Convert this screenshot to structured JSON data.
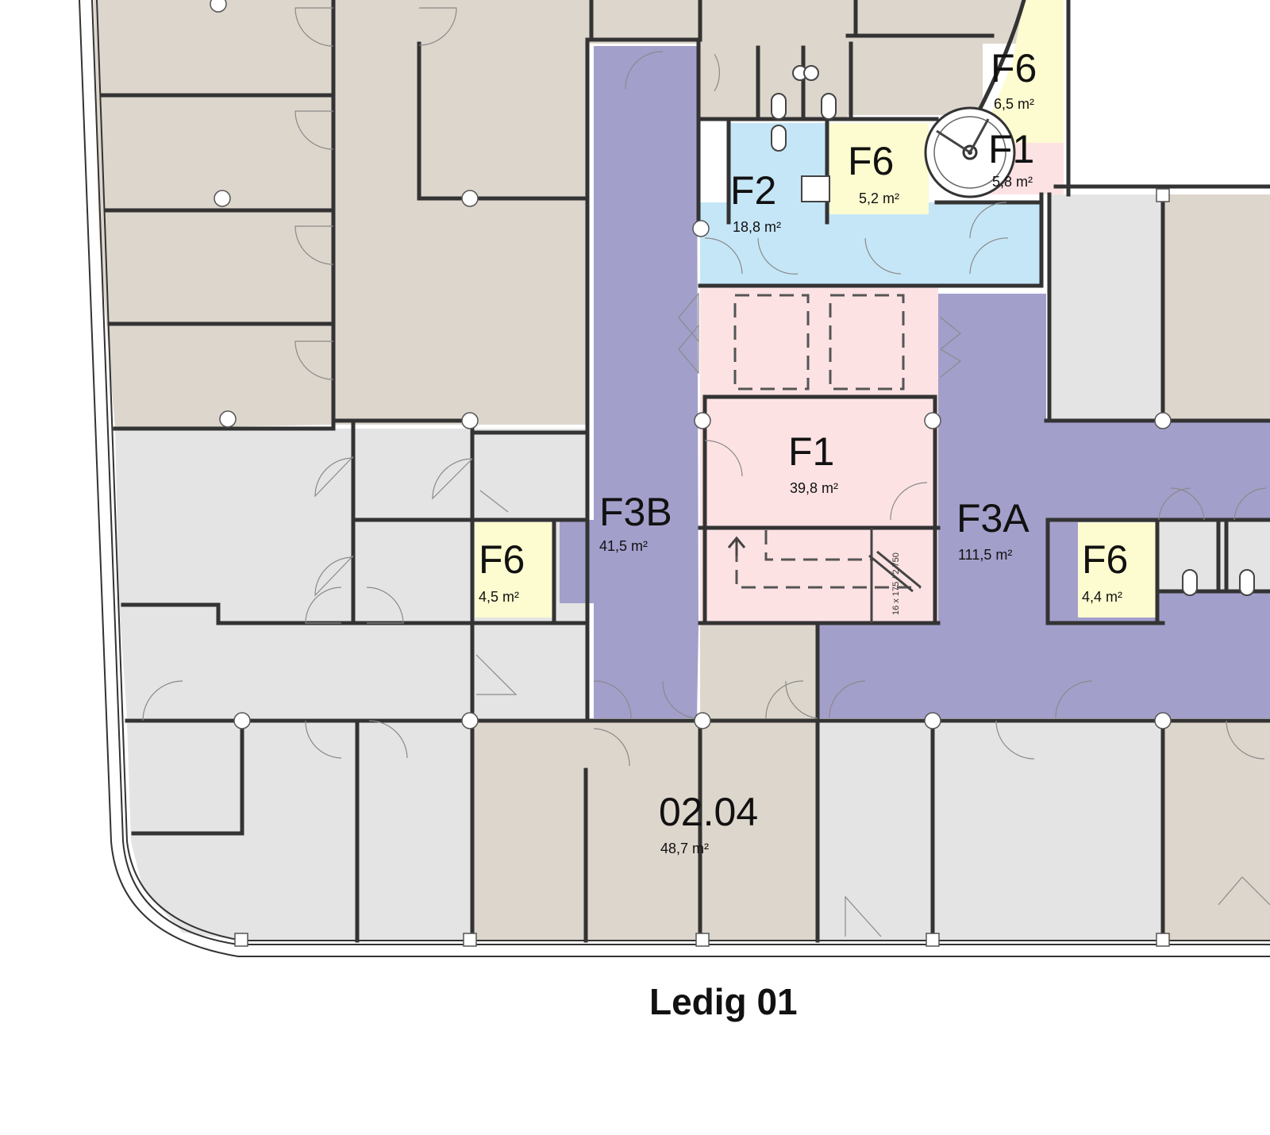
{
  "plan": {
    "title": "Ledig 01",
    "colors": {
      "office": "#ddd6cc",
      "storage": "#e4e4e4",
      "circulation": "#a39fcb",
      "technical": "#fde2e4",
      "sanitary": "#c5e6f7",
      "cleaning": "#fdfbd0",
      "wall": "#333333"
    },
    "rooms": [
      {
        "code": "F6",
        "area": "6,5 m²"
      },
      {
        "code": "F1",
        "area": "5,8 m²"
      },
      {
        "code": "F2",
        "area": "18,8 m²"
      },
      {
        "code": "F6",
        "area": "5,2 m²"
      },
      {
        "code": "F1",
        "area": "39,8 m²"
      },
      {
        "code": "F3B",
        "area": "41,5 m²"
      },
      {
        "code": "F3A",
        "area": "111,5 m²"
      },
      {
        "code": "F6",
        "area": "4,5 m²"
      },
      {
        "code": "F6",
        "area": "4,4 m²"
      },
      {
        "code": "02.04",
        "area": "48,7 m²"
      }
    ],
    "stair_note": "16 x 175 / 2 750"
  }
}
